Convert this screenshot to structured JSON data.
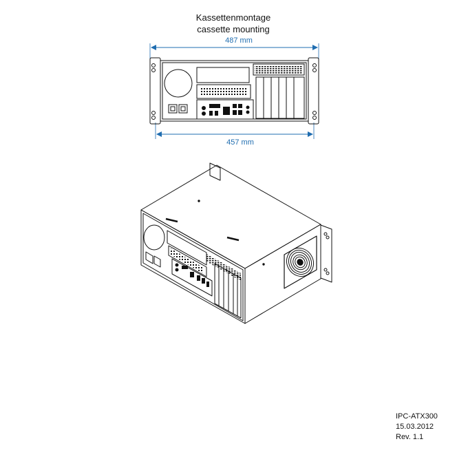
{
  "title": {
    "line1": "Kassettenmontage",
    "line2": "cassette mounting"
  },
  "dimensions": {
    "top_width": "487 mm",
    "bottom_width": "457 mm"
  },
  "footer": {
    "model": "IPC-ATX300",
    "date": "15.03.2012",
    "revision": "Rev. 1.1"
  },
  "colors": {
    "dimension": "#1f6db0",
    "line": "#111111"
  }
}
